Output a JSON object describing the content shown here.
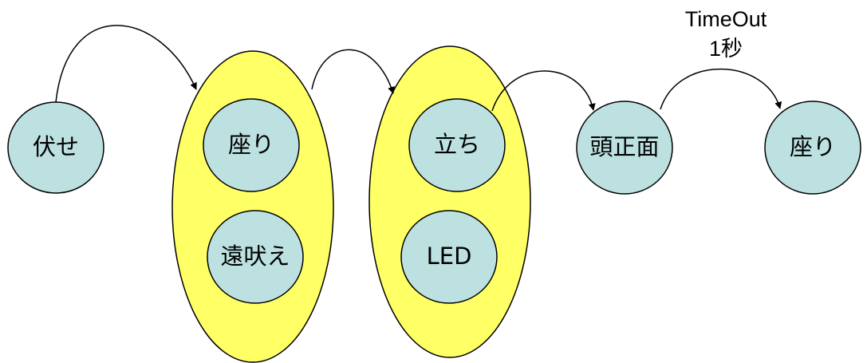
{
  "colors": {
    "state_fill": "#bde1e1",
    "group_fill": "#ffff66",
    "stroke": "#000000",
    "background": "#ffffff"
  },
  "nodes": {
    "fuse": "伏せ",
    "suwari_1": "座り",
    "tooboe": "遠吠え",
    "tachi": "立ち",
    "led": "LED",
    "atama_shoumen": "頭正面",
    "suwari_2": "座り"
  },
  "transition_label": {
    "line1": "TimeOut",
    "line2": "1秒"
  }
}
